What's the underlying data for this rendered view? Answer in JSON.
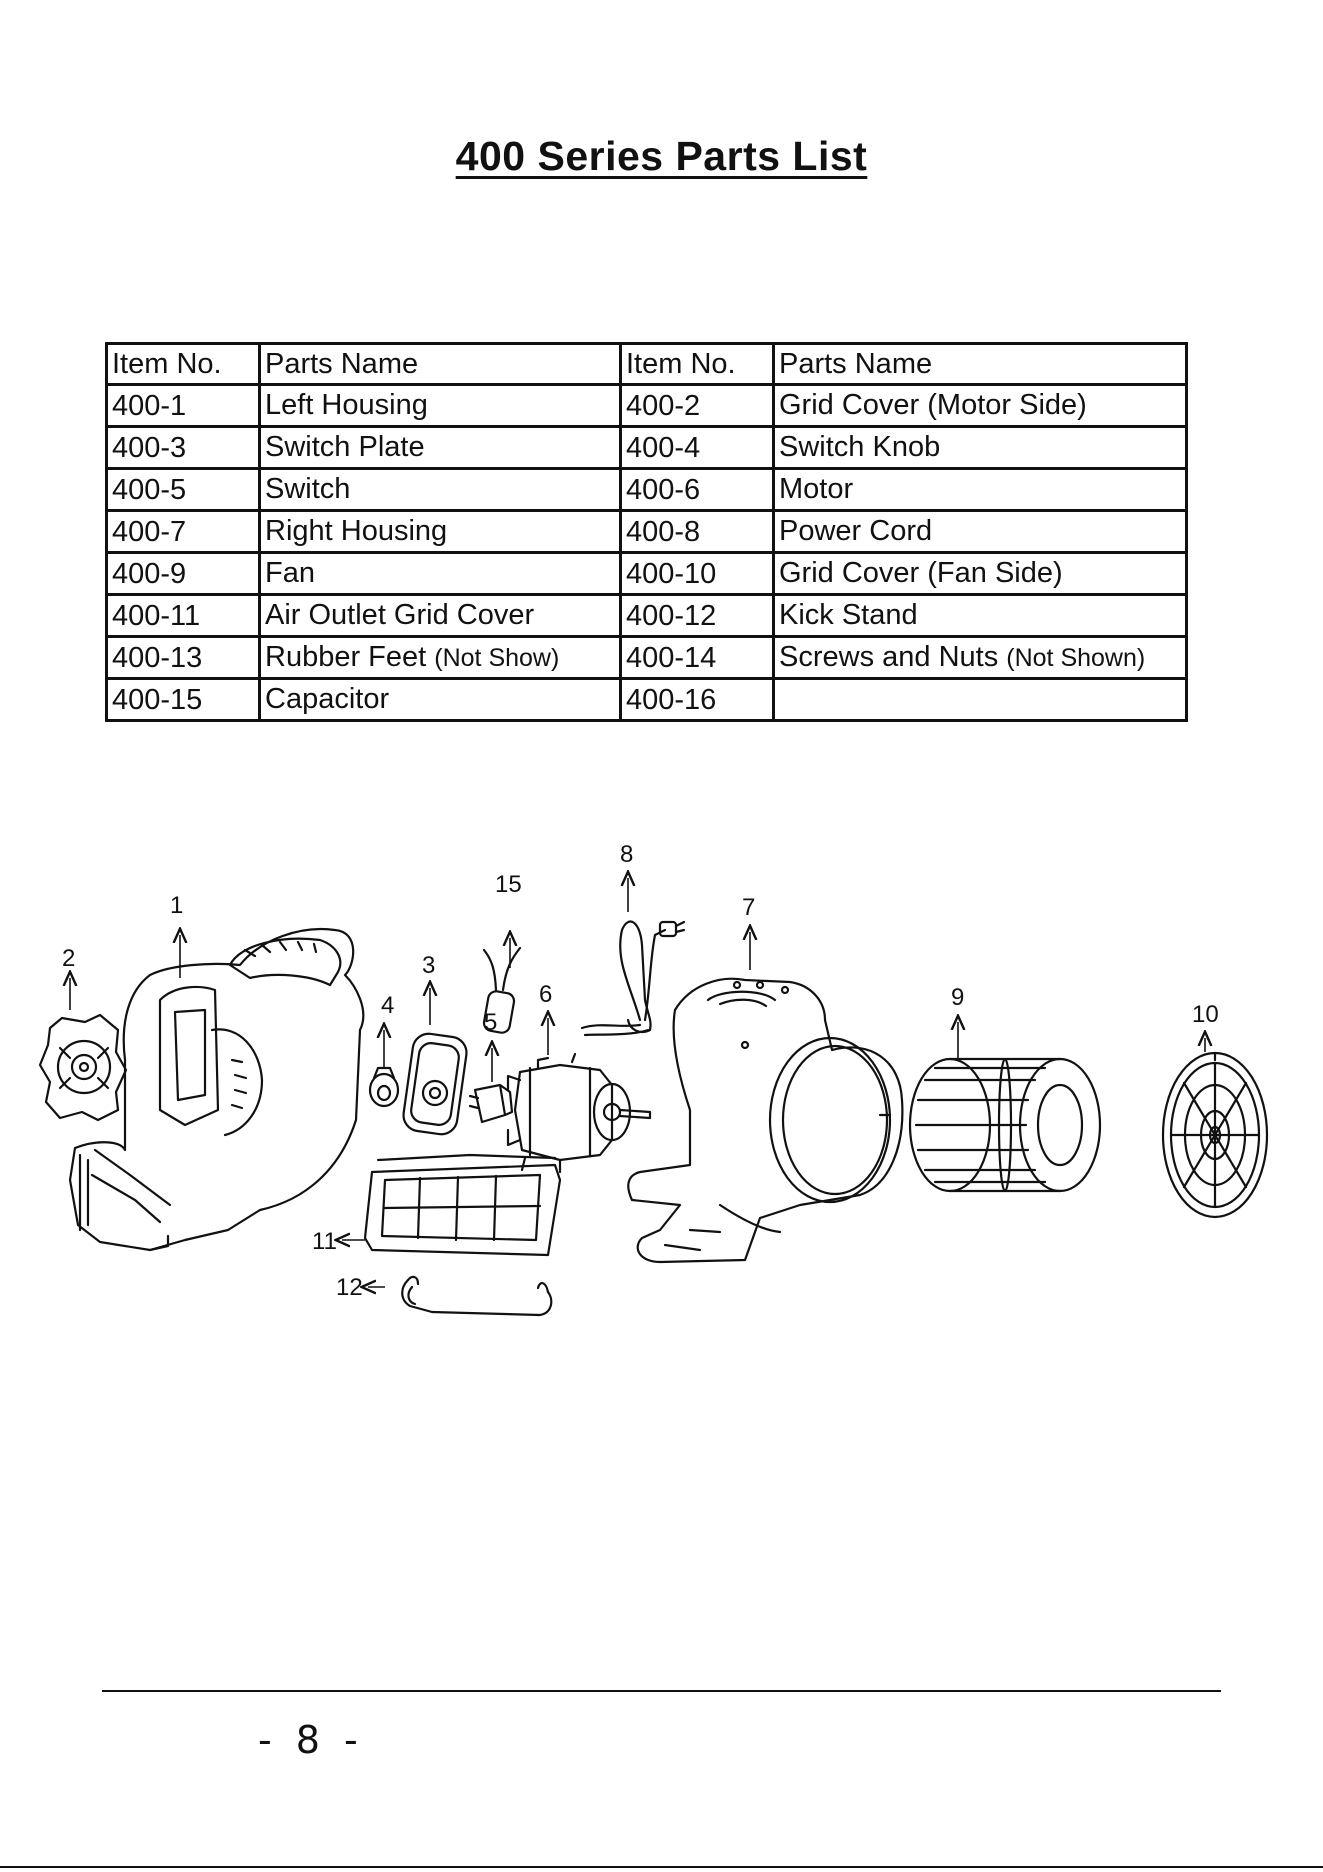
{
  "page_title": "400 Series Parts List",
  "table": {
    "headers": [
      "Item No.",
      "Parts Name",
      "Item No.",
      "Parts Name"
    ],
    "rows": [
      {
        "left_no": "400-1",
        "left_name": "Left Housing",
        "left_note": "",
        "right_no": "400-2",
        "right_name": "Grid Cover (Motor Side)",
        "right_note": ""
      },
      {
        "left_no": "400-3",
        "left_name": "Switch Plate",
        "left_note": "",
        "right_no": "400-4",
        "right_name": "Switch Knob",
        "right_note": ""
      },
      {
        "left_no": "400-5",
        "left_name": "Switch",
        "left_note": "",
        "right_no": "400-6",
        "right_name": "Motor",
        "right_note": ""
      },
      {
        "left_no": "400-7",
        "left_name": "Right Housing",
        "left_note": "",
        "right_no": "400-8",
        "right_name": "Power Cord",
        "right_note": ""
      },
      {
        "left_no": "400-9",
        "left_name": "Fan",
        "left_note": "",
        "right_no": "400-10",
        "right_name": "Grid Cover (Fan Side)",
        "right_note": ""
      },
      {
        "left_no": "400-11",
        "left_name": "Air Outlet Grid Cover",
        "left_note": "",
        "right_no": "400-12",
        "right_name": "Kick Stand",
        "right_note": ""
      },
      {
        "left_no": "400-13",
        "left_name": "Rubber Feet ",
        "left_note": "(Not Show)",
        "right_no": "400-14",
        "right_name": "Screws and Nuts ",
        "right_note": "(Not Shown)"
      },
      {
        "left_no": "400-15",
        "left_name": "Capacitor",
        "left_note": "",
        "right_no": "400-16",
        "right_name": "",
        "right_note": ""
      }
    ]
  },
  "diagram": {
    "callouts": {
      "c1": "1",
      "c2": "2",
      "c3": "3",
      "c4": "4",
      "c5": "5",
      "c6": "6",
      "c7": "7",
      "c8": "8",
      "c9": "9",
      "c10": "10",
      "c11": "11",
      "c12": "12",
      "c15": "15"
    }
  },
  "footer": {
    "page_number": "- 8 -"
  }
}
